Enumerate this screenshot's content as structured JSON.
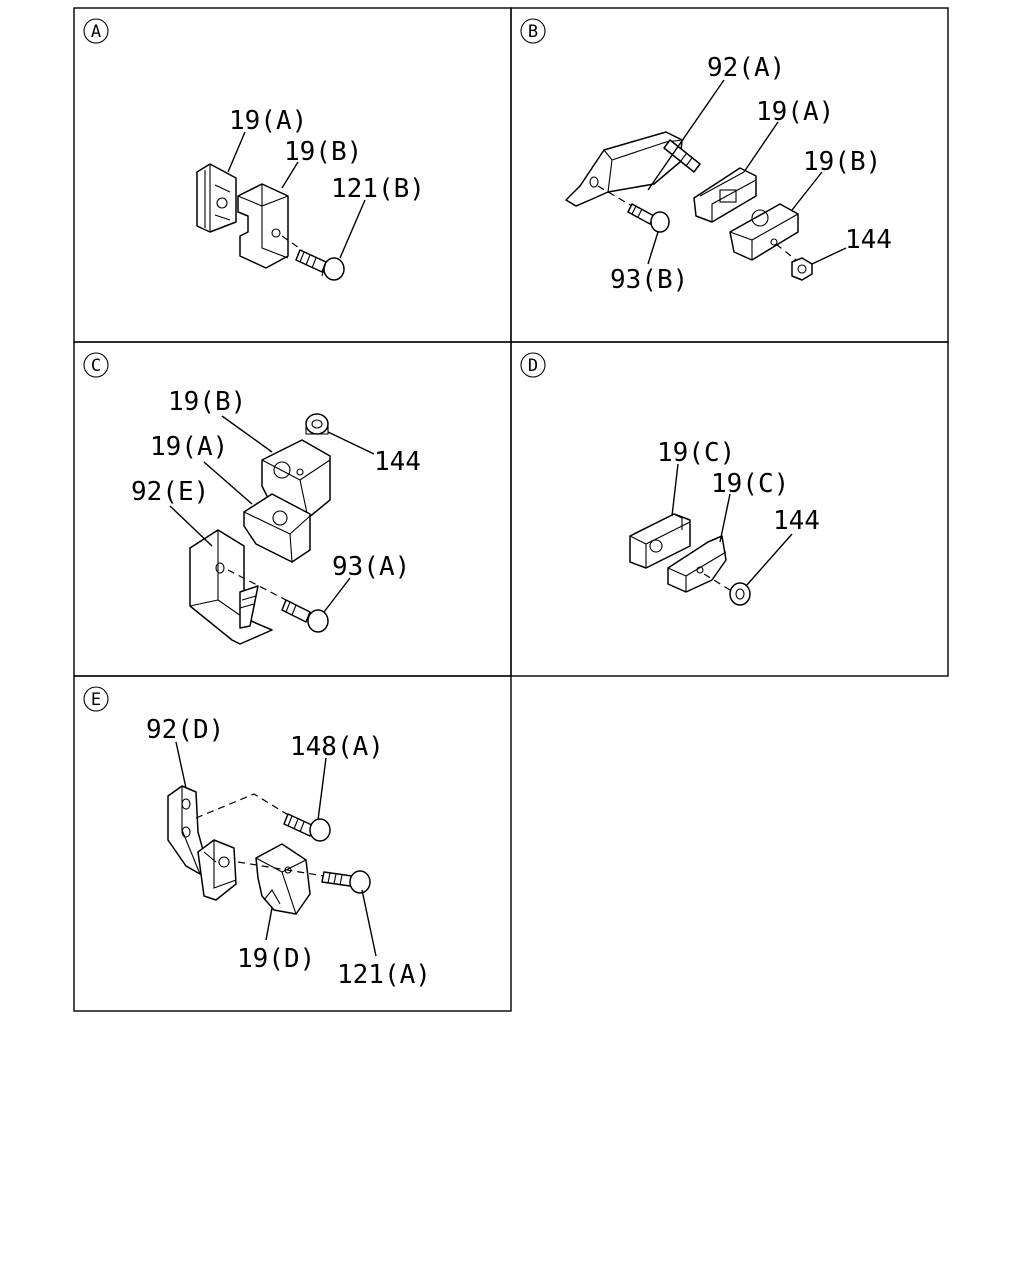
{
  "panels": {
    "A": {
      "badge": "A",
      "labels": {
        "clamp_a": "19(A)",
        "clamp_b": "19(B)",
        "bolt": "121(B)"
      }
    },
    "B": {
      "badge": "B",
      "labels": {
        "bracket": "92(A)",
        "clamp_a": "19(A)",
        "clamp_b": "19(B)",
        "nut": "144",
        "bolt": "93(B)"
      }
    },
    "C": {
      "badge": "C",
      "labels": {
        "clamp_b": "19(B)",
        "clamp_a": "19(A)",
        "nut": "144",
        "bracket": "92(E)",
        "bolt": "93(A)"
      }
    },
    "D": {
      "badge": "D",
      "labels": {
        "clamp_c1": "19(C)",
        "clamp_c2": "19(C)",
        "nut": "144"
      }
    },
    "E": {
      "badge": "E",
      "labels": {
        "bracket": "92(D)",
        "bolt_top": "148(A)",
        "clamp_d": "19(D)",
        "bolt": "121(A)"
      }
    }
  }
}
